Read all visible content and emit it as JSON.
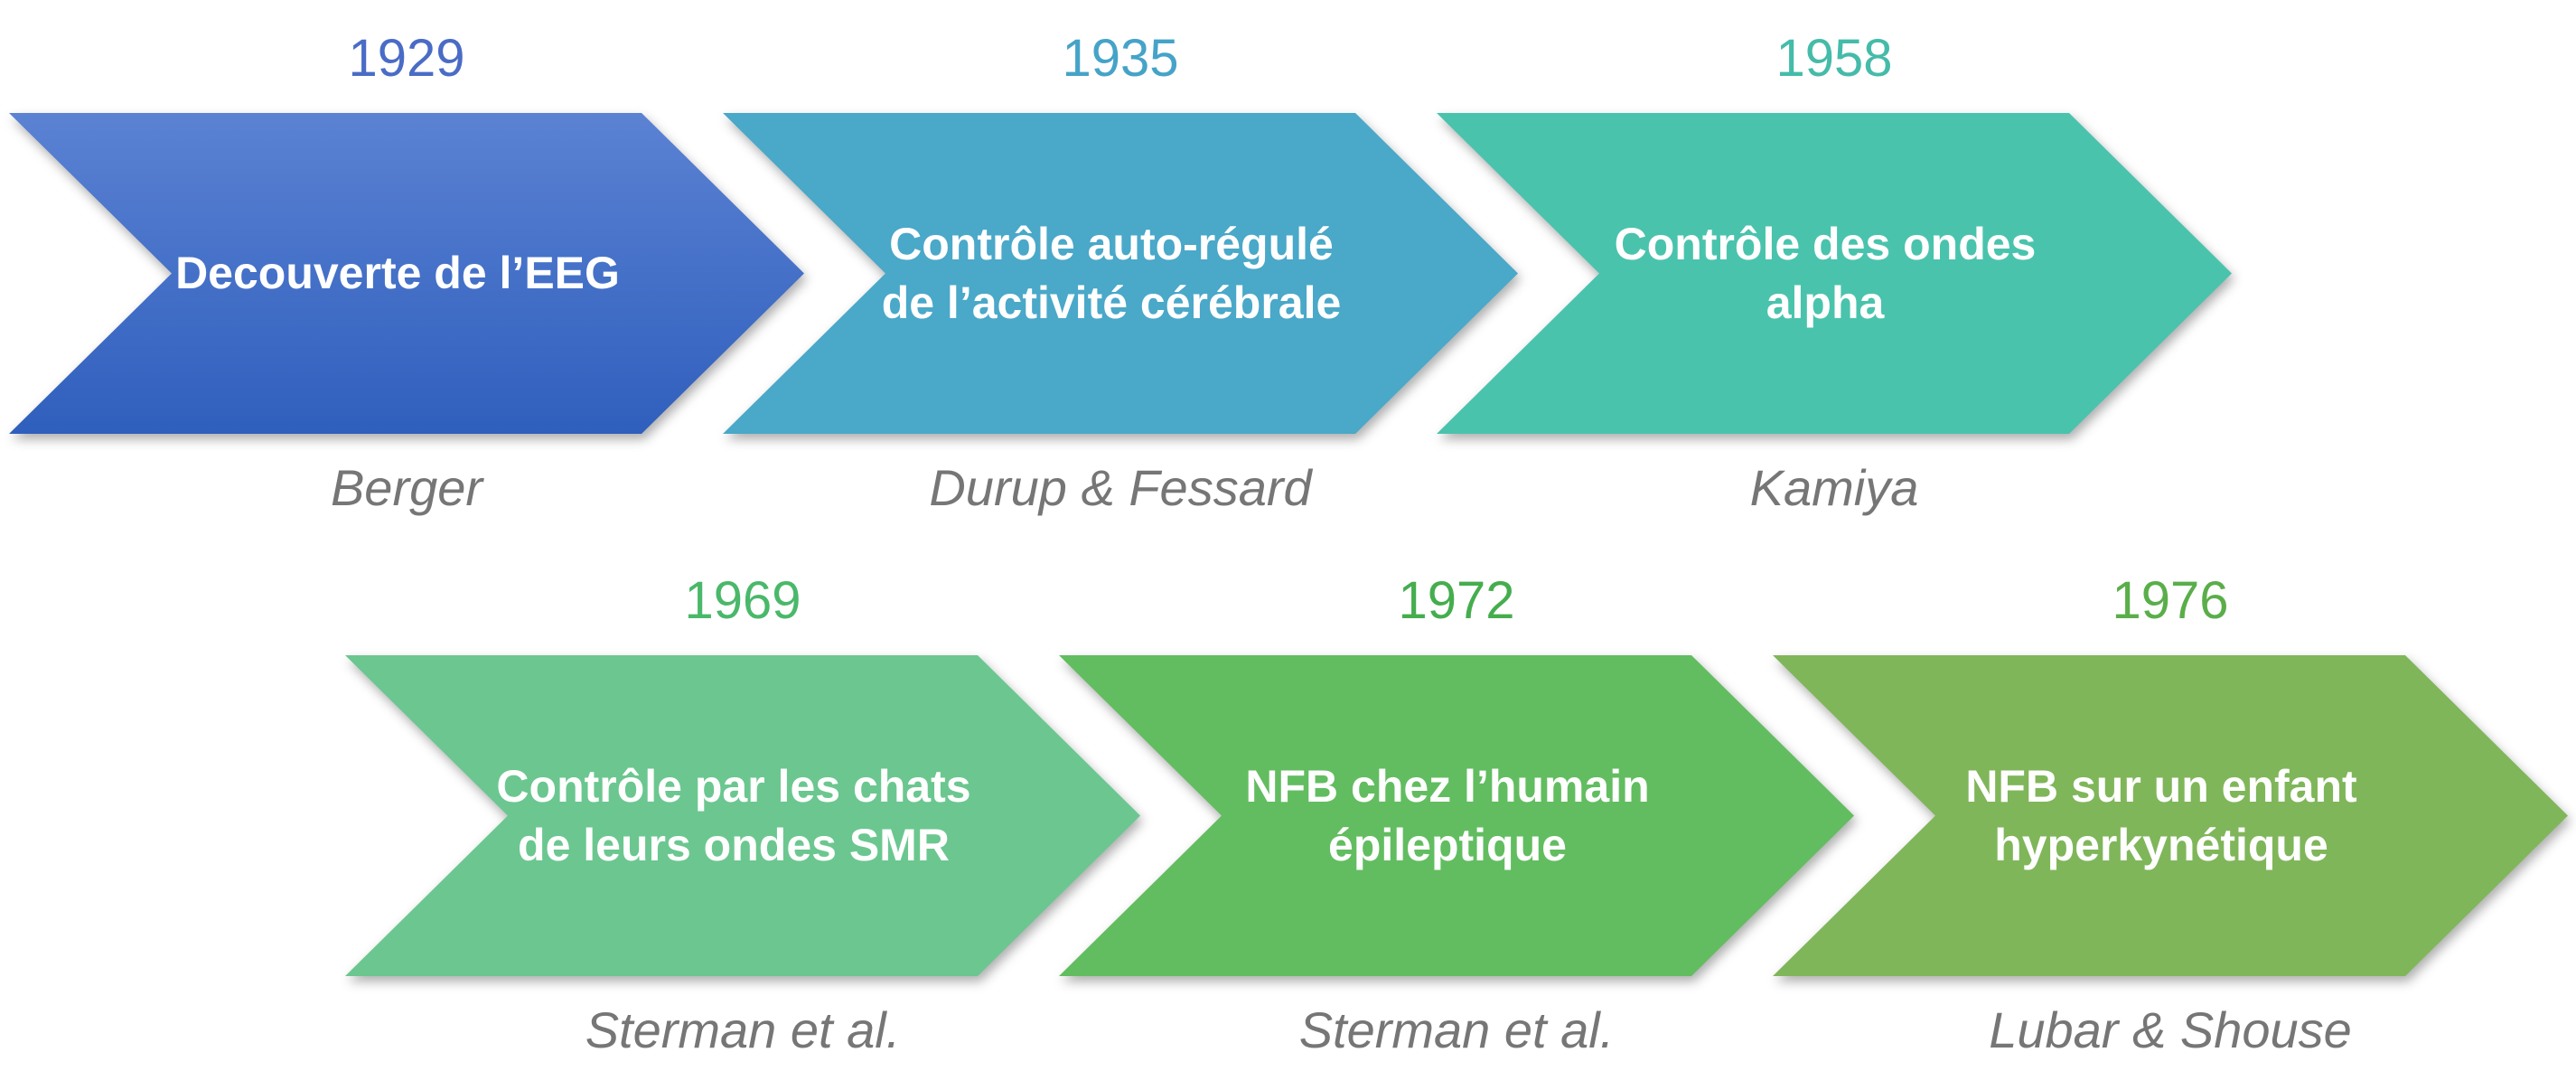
{
  "events": [
    {
      "year": "1929",
      "title": "Decouverte de l’EEG",
      "author": "Berger",
      "year_color": "#4a6cc6",
      "fill_top": "#5b82d3",
      "fill_bottom": "#2f5fbd"
    },
    {
      "year": "1935",
      "title": "Contrôle auto-régulé de l’activité cérébrale",
      "author": "Durup & Fessard",
      "year_color": "#45a3c8",
      "fill_top": "#4aa8c9",
      "fill_bottom": "#4aa8c9"
    },
    {
      "year": "1958",
      "title": "Contrôle des ondes alpha",
      "author": "Kamiya",
      "year_color": "#45bba9",
      "fill_top": "#4ac3ad",
      "fill_bottom": "#4ac3ad"
    },
    {
      "year": "1969",
      "title": "Contrôle par les chats de leurs ondes SMR",
      "author": "Sterman et al.",
      "year_color": "#4ab86a",
      "fill_top": "#6bc78f",
      "fill_bottom": "#6bc78f"
    },
    {
      "year": "1972",
      "title": "NFB chez l’humain épileptique",
      "author": "Sterman et al.",
      "year_color": "#45ad4e",
      "fill_top": "#62bd60",
      "fill_bottom": "#62bd60"
    },
    {
      "year": "1976",
      "title": "NFB sur un enfant hyperkynétique",
      "author": "Lubar & Shouse",
      "year_color": "#5aae4a",
      "fill_top": "#80b65a",
      "fill_bottom": "#80b65a"
    }
  ]
}
